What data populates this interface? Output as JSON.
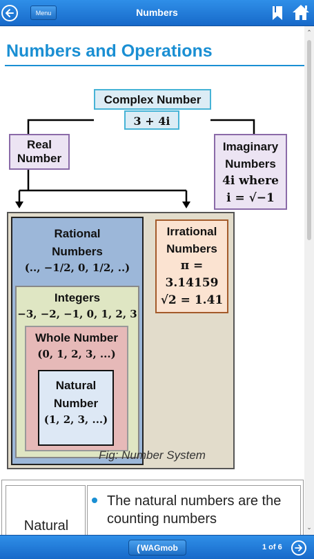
{
  "header": {
    "menu_label": "Menu",
    "title": "Numbers",
    "icons": [
      "back-arrow-icon",
      "bookmark-icon",
      "home-icon"
    ]
  },
  "content": {
    "heading": "Numbers and Operations",
    "diagram": {
      "complex": {
        "title": "Complex Number",
        "example": "3 + 4i"
      },
      "real": {
        "line1": "Real",
        "line2": "Number"
      },
      "imaginary": {
        "line1": "Imaginary",
        "line2": "Numbers",
        "line3": "4i where",
        "line4": "i = √−1"
      },
      "rational": {
        "line1": "Rational",
        "line2": "Numbers",
        "example": "(.., −1/2, 0, 1/2, ..)"
      },
      "irrational": {
        "line1": "Irrational",
        "line2": "Numbers",
        "line3": "π =",
        "line4": "3.14159",
        "line5": "√2 = 1.41"
      },
      "integers": {
        "title": "Integers",
        "example": "−3, −2, −1, 0, 1, 2, 3"
      },
      "whole": {
        "title": "Whole Number",
        "example": "(0, 1, 2, 3, ...)"
      },
      "natural": {
        "line1": "Natural",
        "line2": "Number",
        "example": "(1, 2, 3, ...)"
      }
    },
    "caption": "Fig: Number System",
    "table": {
      "row_label": "Natural",
      "bullet_text": "The natural numbers are the counting numbers"
    }
  },
  "footer": {
    "brand": "WAGmob",
    "page": "1 of 6"
  },
  "colors": {
    "accent": "#1a8fd3",
    "bar": "#1f78d6",
    "complex_fill": "#dcecf5",
    "real_fill": "#ece4f3",
    "outer_fill": "#e2dccb",
    "rational_fill": "#9cb7d9",
    "integers_fill": "#dfe6c3",
    "whole_fill": "#e6b9b8",
    "natural_fill": "#dde8f5",
    "irrational_fill": "#fbe3d1"
  }
}
